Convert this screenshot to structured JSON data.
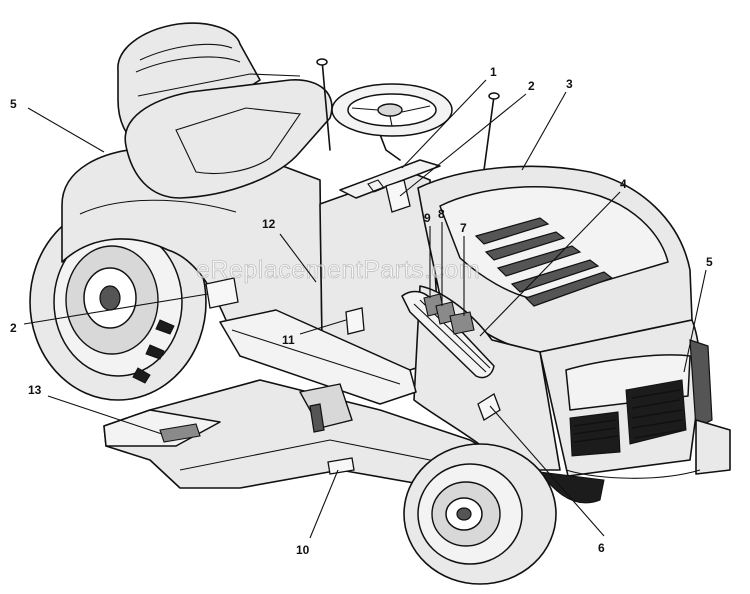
{
  "watermark": "eReplacementParts.com",
  "callouts": [
    "1",
    "2",
    "3",
    "4",
    "5",
    "2",
    "12",
    "9",
    "8",
    "7",
    "5",
    "11",
    "13",
    "10",
    "6"
  ]
}
